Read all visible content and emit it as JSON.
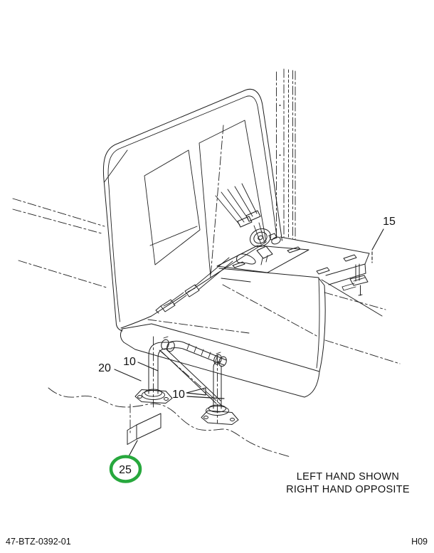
{
  "document": {
    "type": "seat-assembly-parts-diagram",
    "note": {
      "line1": "LEFT HAND SHOWN",
      "line2": "RIGHT HAND OPPOSITE"
    },
    "footer": {
      "drawing_number": "47-BTZ-0392-01",
      "page_code": "H09"
    }
  },
  "callouts": {
    "item_15": {
      "label": "15",
      "target": "rear shelf panel"
    },
    "item_20": {
      "label": "20",
      "target": "front pedestal foot plate"
    },
    "item_10_left": {
      "label": "10",
      "target": "front pedestal leg"
    },
    "item_10_right": {
      "label": "10",
      "target": "rear pedestal leg / brace"
    },
    "item_25": {
      "label": "25",
      "target": "angle mounting bracket",
      "highlighted": true
    }
  },
  "colors": {
    "line": "#1f1f1f",
    "highlight_green": "#27a83d",
    "background": "#ffffff"
  }
}
